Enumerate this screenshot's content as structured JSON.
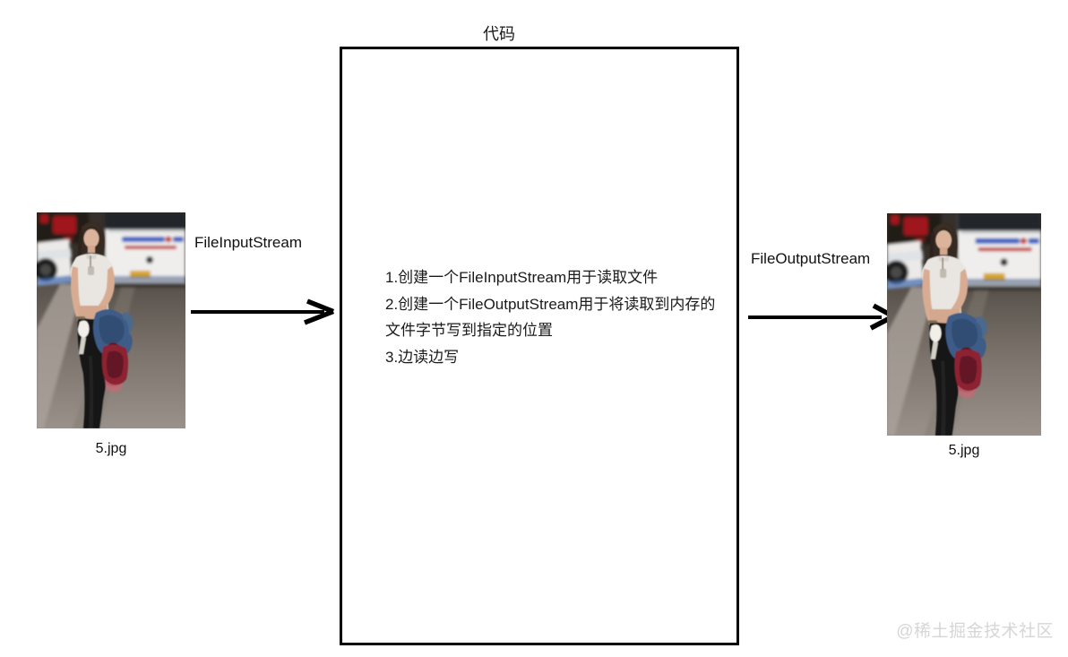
{
  "code_box": {
    "title": "代码",
    "lines": [
      "1.创建一个FileInputStream用于读取文件",
      "2.创建一个FileOutputStream用于将读取到内存的",
      "文件字节写到指定的位置",
      "3.边读边写"
    ]
  },
  "flow": {
    "input_label": "FileInputStream",
    "output_label": "FileOutputStream"
  },
  "source_file": {
    "caption": "5.jpg"
  },
  "dest_file": {
    "caption": "5.jpg"
  },
  "watermark": "@稀土掘金技术社区",
  "photo": {
    "description": "街拍照片：白色短上衣黑色打底裤的女子，手提蓝色外套与红色手提包，背景为白色公交车尾部"
  },
  "colors": {
    "box_border": "#000000",
    "arrow": "#000000",
    "text": "#1a1a1a",
    "watermark": "#d6d6d6",
    "bus_blue_text": "#3a63c2",
    "bus_red_text": "#c24040",
    "plate_yellow": "#d8a41c",
    "jacket_denim": "#3c5c87",
    "bag_maroon": "#8c2133"
  }
}
